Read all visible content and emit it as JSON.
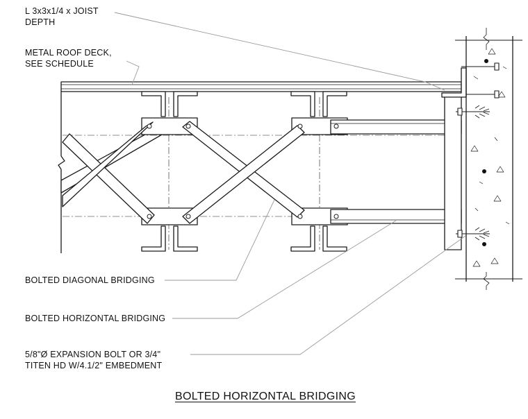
{
  "labels": {
    "joist_line1": "L 3x3x1/4 x JOIST",
    "joist_line2": "DEPTH",
    "deck_line1": "METAL ROOF DECK,",
    "deck_line2": "SEE SCHEDULE",
    "diagonal": "BOLTED DIAGONAL BRIDGING",
    "horizontal": "BOLTED HORIZONTAL BRIDGING",
    "bolt_line1": "5/8\"Ø EXPANSION BOLT OR 3/4\"",
    "bolt_line2": "TITEN HD W/4.1/2\" EMBEDMENT"
  },
  "title": "BOLTED HORIZONTAL BRIDGING",
  "colors": {
    "line": "#1a1a1a",
    "leader": "#9a9a9a",
    "steel_fill": "#ffffff"
  }
}
